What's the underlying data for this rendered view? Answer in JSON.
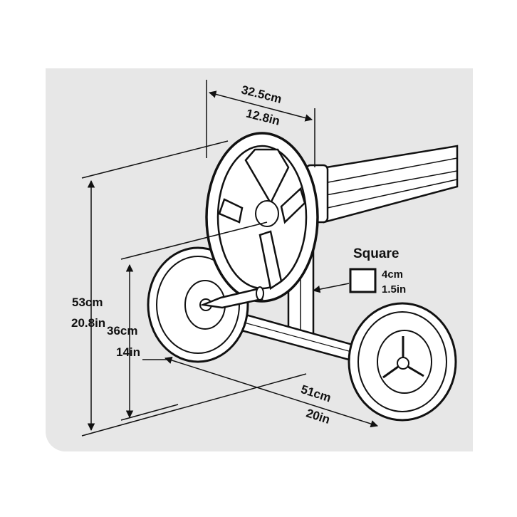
{
  "dimensions": {
    "reel_width": {
      "metric": "32.5cm",
      "imperial": "12.8in"
    },
    "total_height": {
      "metric": "53cm",
      "imperial": "20.8in"
    },
    "axle_height": {
      "metric": "36cm",
      "imperial": "14in"
    },
    "base_width": {
      "metric": "51cm",
      "imperial": "20in"
    }
  },
  "tube": {
    "title": "Square",
    "metric": "4cm",
    "imperial": "1.5in"
  },
  "colors": {
    "panel": "#e7e7e7",
    "line": "#111111",
    "fill": "#ffffff"
  }
}
